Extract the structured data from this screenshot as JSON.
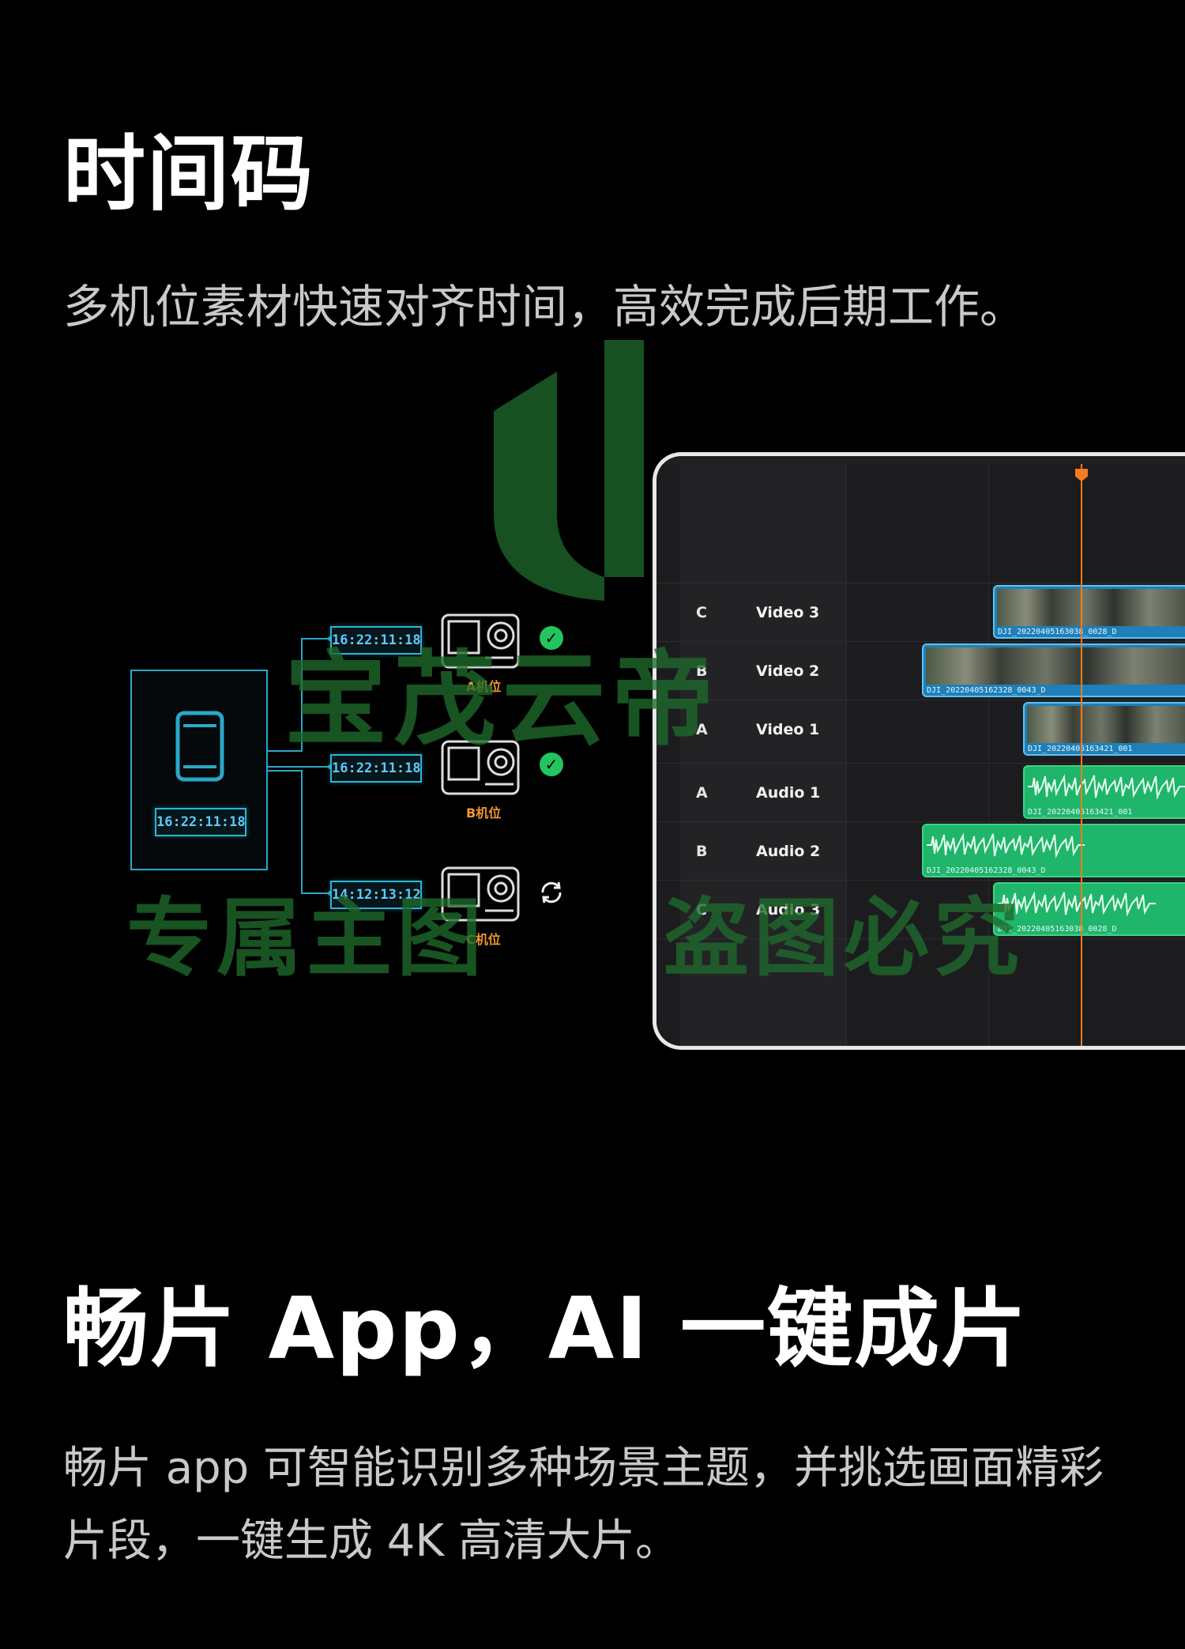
{
  "section1": {
    "title": "时间码",
    "subtitle": "多机位素材快速对齐时间，高效完成后期工作。"
  },
  "diagram": {
    "master_timecode": "16:22:11:18",
    "cameras": [
      {
        "timecode": "16:22:11:18",
        "label": "A机位",
        "status": "check-icon"
      },
      {
        "timecode": "16:22:11:18",
        "label": "B机位",
        "status": "check-icon"
      },
      {
        "timecode": "14:12:13:12",
        "label": "C机位",
        "status": "sync-icon"
      }
    ]
  },
  "editor": {
    "tracks": [
      {
        "key": "C",
        "name": "Video 3",
        "clip": "DJI_20220405163038_0028_D",
        "type": "video"
      },
      {
        "key": "B",
        "name": "Video 2",
        "clip": "DJI_20220405162328_0043_D",
        "type": "video"
      },
      {
        "key": "A",
        "name": "Video 1",
        "clip": "DJI_20220405163421_001",
        "type": "video"
      },
      {
        "key": "A",
        "name": "Audio 1",
        "clip": "DJI_20220405163421_001",
        "type": "audio"
      },
      {
        "key": "B",
        "name": "Audio 2",
        "clip": "DJI_20220405162328_0043_D",
        "type": "audio"
      },
      {
        "key": "C",
        "name": "Audio 3",
        "clip": "DJI_20220405163038_0028_D",
        "type": "audio"
      }
    ],
    "colors": {
      "video_clip": "#1f7fb8",
      "audio_clip": "#1fb56a",
      "playhead": "#f47c1e"
    }
  },
  "section2": {
    "title": "畅片 App，AI 一键成片",
    "subtitle": "畅片 app 可智能识别多种场景主题，并挑选画面精彩片段，一键生成 4K 高清大片。"
  },
  "watermark": {
    "line1": "宝茂云帝",
    "line2a": "专属主图",
    "line2b": "盗图必究"
  }
}
